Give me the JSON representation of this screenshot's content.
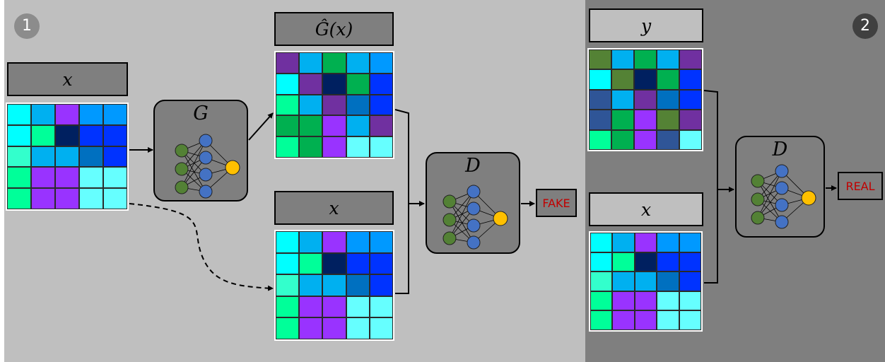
{
  "panels": {
    "left_number": "1",
    "right_number": "2"
  },
  "labels": {
    "input_x": "x",
    "generated": "Ĝ(x)",
    "cond_x_left": "x",
    "y": "y",
    "cond_x_right": "x"
  },
  "nets": {
    "generator": "G",
    "disc_left": "D",
    "disc_right": "D"
  },
  "outputs": {
    "fake": "FAKE",
    "real": "REAL"
  },
  "colors": {
    "left_bg": "#bfbfbf",
    "right_bg": "#7f7f7f",
    "box": "#7f7f7f",
    "text_red": "#c00000",
    "node_green": "#538135",
    "node_blue": "#4472c4",
    "node_yellow": "#ffc000"
  },
  "grids": {
    "x": [
      [
        "#00ffff",
        "#00b0f0",
        "#9933ff",
        "#0099ff",
        "#0099ff"
      ],
      [
        "#00ffff",
        "#00ff99",
        "#002060",
        "#0033ff",
        "#0033ff"
      ],
      [
        "#33ffcc",
        "#00b0f0",
        "#00b0f0",
        "#0070c0",
        "#0033ff"
      ],
      [
        "#00ff99",
        "#9933ff",
        "#9933ff",
        "#66ffff",
        "#66ffff"
      ],
      [
        "#00ff99",
        "#9933ff",
        "#9933ff",
        "#66ffff",
        "#66ffff"
      ]
    ],
    "generated": [
      [
        "#7030a0",
        "#00b0f0",
        "#00b050",
        "#00b0f0",
        "#0099ff"
      ],
      [
        "#00ffff",
        "#7030a0",
        "#002060",
        "#00b050",
        "#0033ff"
      ],
      [
        "#00ff99",
        "#00b0f0",
        "#7030a0",
        "#0070c0",
        "#0033ff"
      ],
      [
        "#00b050",
        "#00b050",
        "#9933ff",
        "#00b0f0",
        "#7030a0"
      ],
      [
        "#00ff99",
        "#00b050",
        "#9933ff",
        "#66ffff",
        "#66ffff"
      ]
    ],
    "y": [
      [
        "#548235",
        "#00b0f0",
        "#00b050",
        "#00b0f0",
        "#7030a0"
      ],
      [
        "#00ffff",
        "#548235",
        "#002060",
        "#00b050",
        "#0033ff"
      ],
      [
        "#2f5597",
        "#00b0f0",
        "#7030a0",
        "#0070c0",
        "#0033ff"
      ],
      [
        "#2f5597",
        "#00b050",
        "#9933ff",
        "#548235",
        "#7030a0"
      ],
      [
        "#00ff99",
        "#00b050",
        "#9933ff",
        "#2f5597",
        "#66ffff"
      ]
    ]
  }
}
